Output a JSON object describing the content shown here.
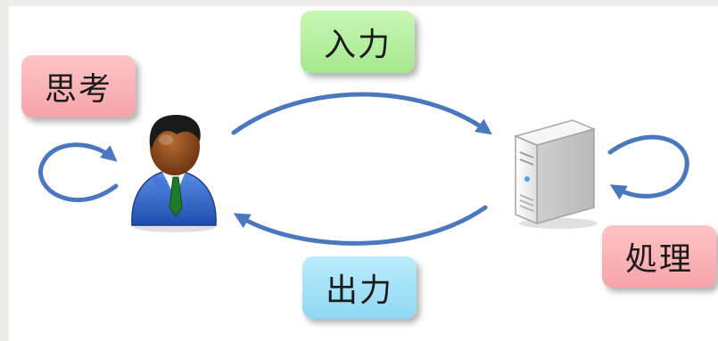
{
  "labels": {
    "think": "思考",
    "input": "入力",
    "output": "出力",
    "process": "処理"
  },
  "colors": {
    "arrow": "#4a78bf",
    "think_bg": "#f9b2b5",
    "input_bg": "#b5f09c",
    "output_bg": "#a7e3f8",
    "process_bg": "#f9b2b5",
    "person_suit": "#2f66c9",
    "person_skin": "#8a4a1e",
    "person_hair": "#1a1a1a",
    "person_tie": "#1f7a2a",
    "server_body": "#f2f2f2"
  },
  "icons": {
    "person": "user-icon",
    "server": "server-icon"
  }
}
